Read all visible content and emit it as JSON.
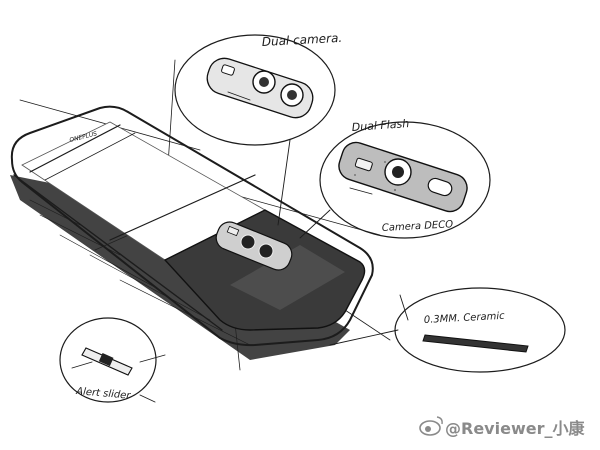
{
  "annotations": {
    "dual_camera": "Dual camera.",
    "dual_flash": "Dual Flash",
    "camera_deco": "Camera DECO",
    "ceramic": "0.3MM. Ceramic",
    "alert_slider": "Alert slider"
  },
  "device": {
    "back_logo_text": "ONEPLUS"
  },
  "watermark": {
    "handle": "@Reviewer_小康",
    "icon": "weibo-icon"
  },
  "colors": {
    "ink": "#1c1c1c",
    "dark_panel": "#3a3a3a",
    "watermark": "#8a8a8a"
  }
}
